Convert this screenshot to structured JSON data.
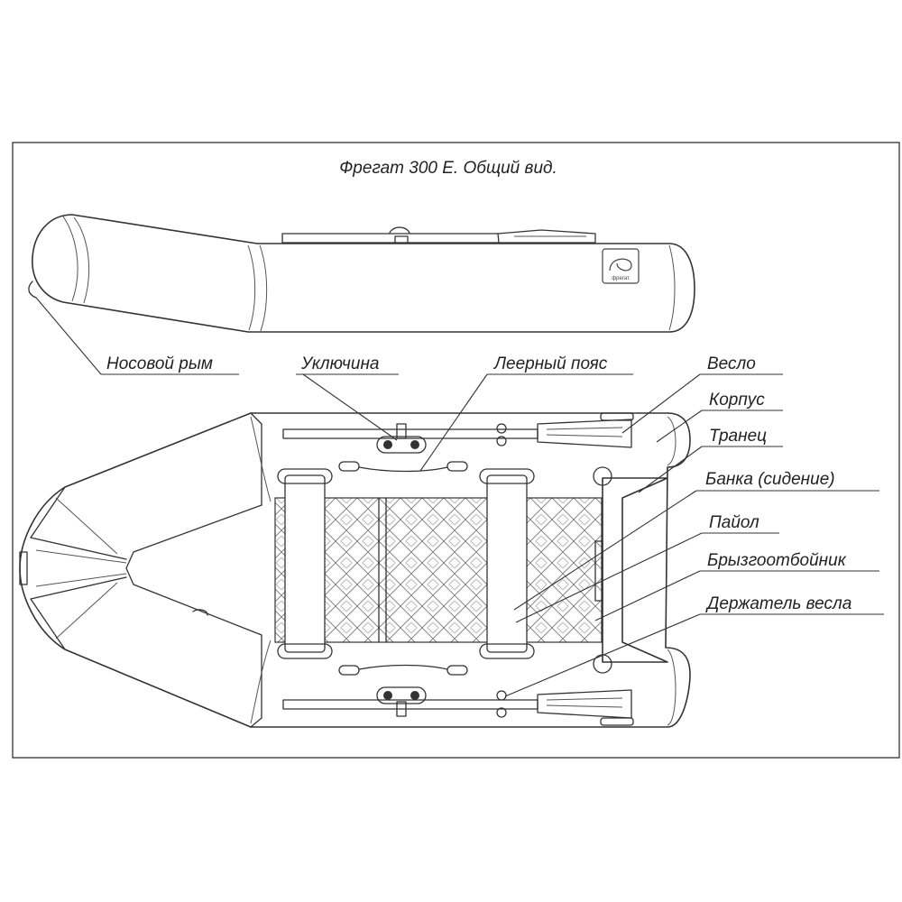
{
  "title": "Фрегат 300 Е. Общий вид.",
  "logo_text": "фрегат",
  "labels": [
    {
      "id": "bow-ring",
      "text": "Носовой рым"
    },
    {
      "id": "oarlock",
      "text": "Уключина"
    },
    {
      "id": "grab-line",
      "text": "Леерный пояс"
    },
    {
      "id": "oar",
      "text": "Весло"
    },
    {
      "id": "hull",
      "text": "Корпус"
    },
    {
      "id": "transom",
      "text": "Транец"
    },
    {
      "id": "seat",
      "text": "Банка (сидение)"
    },
    {
      "id": "floor",
      "text": "Пайол"
    },
    {
      "id": "splash-guard",
      "text": "Брызгоотбойник"
    },
    {
      "id": "oar-holder",
      "text": "Держатель весла"
    }
  ],
  "colors": {
    "line": "#333333",
    "background": "#ffffff"
  }
}
